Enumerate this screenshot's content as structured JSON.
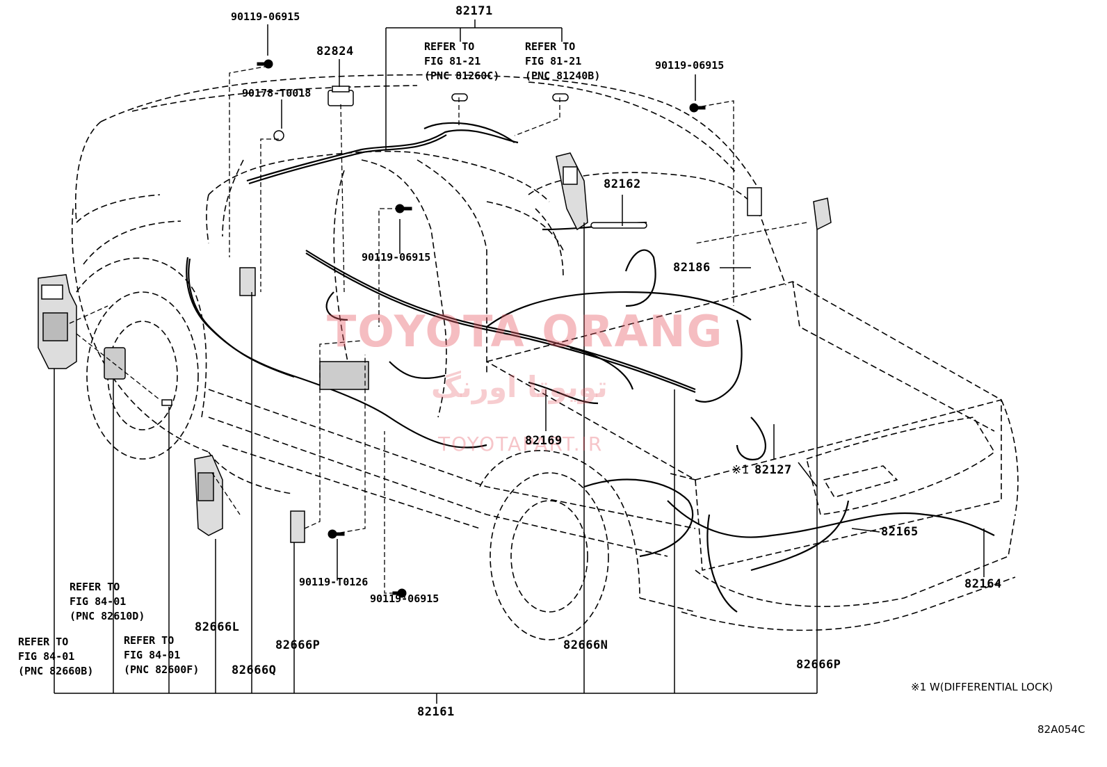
{
  "diagram": {
    "part_numbers": {
      "p82171": "82171",
      "p82824": "82824",
      "p82162": "82162",
      "p82186": "82186",
      "p82169": "82169",
      "p82127": "82127",
      "p82127_mark": "※1",
      "p82165": "82165",
      "p82164": "82164",
      "p82161": "82161",
      "p82666L": "82666L",
      "p82666Q": "82666Q",
      "p82666P_left": "82666P",
      "p82666N": "82666N",
      "p82666P_right": "82666P",
      "bolt_top_left": "90119-06915",
      "bolt_top_right": "90119-06915",
      "bolt_mid": "90119-06915",
      "bolt_low": "90119-06915",
      "bolt_t0126": "90119-T0126",
      "grommet": "90178-T0018"
    },
    "refs": {
      "fig81_c": [
        "REFER TO",
        "FIG 81-21",
        "(PNC 81260C)"
      ],
      "fig81_b": [
        "REFER TO",
        "FIG 81-21",
        "(PNC 81240B)"
      ],
      "fig84_d": [
        "REFER TO",
        "FIG 84-01",
        "(PNC 82610D)"
      ],
      "fig84_b": [
        "REFER TO",
        "FIG 84-01",
        "(PNC 82660B)"
      ],
      "fig84_f": [
        "REFER TO",
        "FIG 84-01",
        "(PNC 82600F)"
      ]
    },
    "footnote": "※1 W(DIFFERENTIAL LOCK)",
    "figure_code": "82A054C"
  },
  "watermark": {
    "brand": "TOYOTA ORANG",
    "persian": "تویوتا اورنگ",
    "site": "TOYOTAPART.IR"
  },
  "colors": {
    "ink": "#000000",
    "watermark": "#e65a64"
  }
}
